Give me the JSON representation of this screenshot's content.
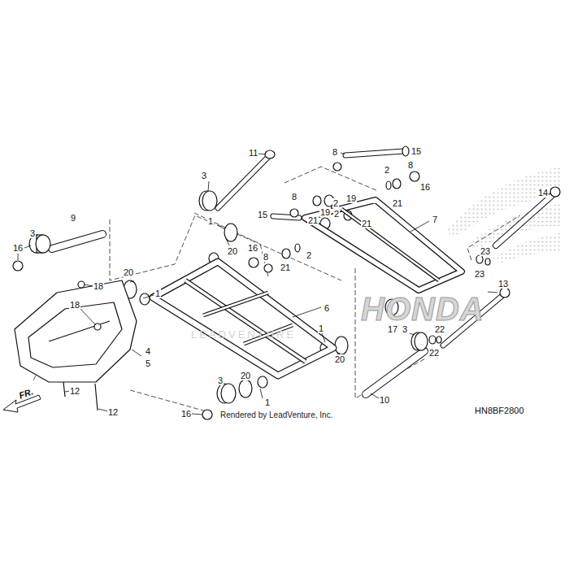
{
  "diagram": {
    "labels": [
      "11",
      "8",
      "15",
      "8",
      "16",
      "3",
      "2",
      "8",
      "2",
      "19",
      "21",
      "15",
      "21",
      "19",
      "2",
      "21",
      "7",
      "16",
      "8",
      "21",
      "2",
      "14",
      "23",
      "23",
      "17",
      "13",
      "3",
      "22",
      "22",
      "10",
      "HN8BF2800",
      "9",
      "3",
      "16",
      "18",
      "18",
      "4",
      "5",
      "12",
      "12",
      "FR.",
      "1",
      "20",
      "20",
      "1",
      "6",
      "1",
      "20",
      "3",
      "20",
      "1",
      "16",
      "Rendered by LeadVenture, Inc.",
      "HONDA",
      "LEADVENTURE"
    ]
  }
}
